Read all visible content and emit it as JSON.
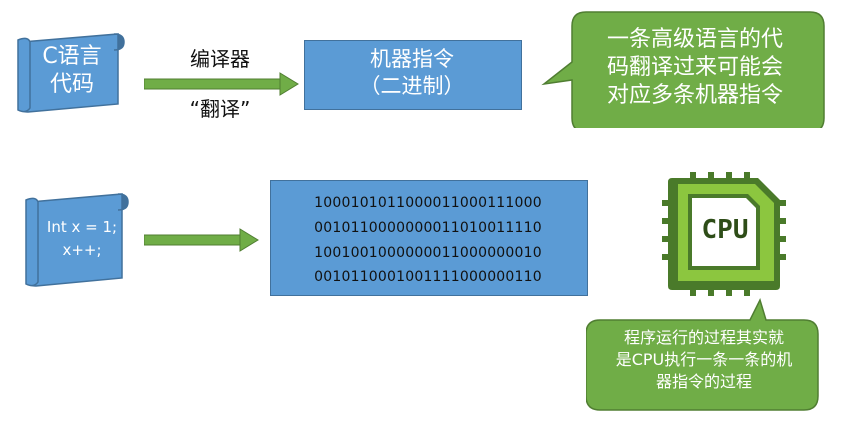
{
  "colors": {
    "scroll_fill": "#5b9bd5",
    "scroll_edge": "#41719c",
    "box_fill": "#5b9bd5",
    "arrow_green": "#70ad47",
    "callout_green": "#70ad47",
    "chip_dark_green": "#4a7a2a",
    "chip_light_green": "#8cc63f",
    "text_white": "#ffffff",
    "text_black": "#111111"
  },
  "top_row": {
    "scroll_line1": "C语言",
    "scroll_line2": "代码",
    "arrow_top_label": "编译器",
    "arrow_bottom_label": "“翻译”",
    "box_line1": "机器指令",
    "box_line2": "（二进制）",
    "callout_line1": "一条高级语言的代",
    "callout_line2": "码翻译过来可能会",
    "callout_line3": "对应多条机器指令"
  },
  "bottom_row": {
    "scroll_line1": "Int x = 1;",
    "scroll_line2": "x++;",
    "binary_lines": [
      "1000101011000011000111000",
      "0010110000000011010011110",
      "1001001000000011000000010",
      "0010110001001111000000110"
    ],
    "cpu_label": "CPU",
    "callout_line1": "程序运行的过程其实就",
    "callout_line2": "是CPU执行一条一条的机",
    "callout_line3": "器指令的过程"
  }
}
